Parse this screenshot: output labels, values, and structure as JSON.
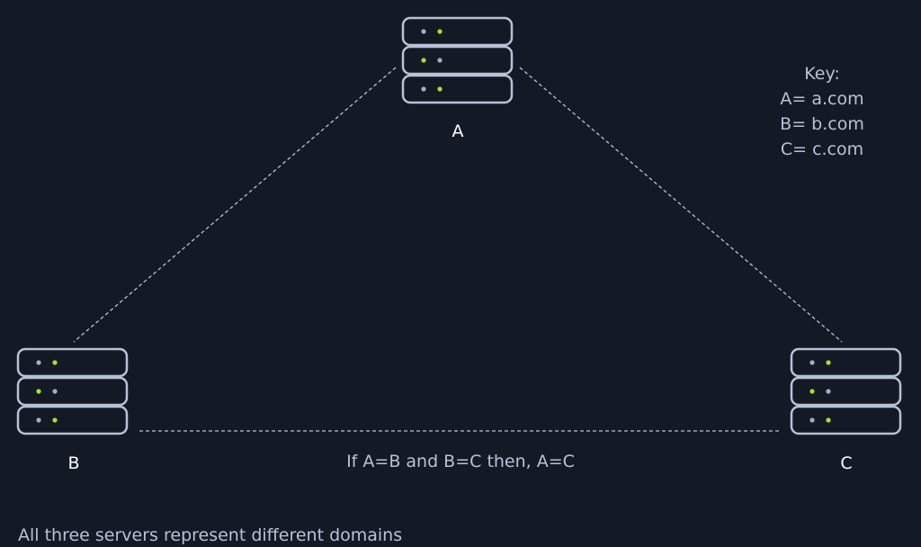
{
  "colors": {
    "background": "#131a26",
    "outline": "#b9c1d6",
    "led_on": "#a8e22a",
    "led_off": "#a9adc4"
  },
  "servers": [
    {
      "id": "A",
      "label": "A",
      "leds": [
        [
          "off",
          "on"
        ],
        [
          "on",
          "off"
        ],
        [
          "off",
          "on"
        ]
      ]
    },
    {
      "id": "B",
      "label": "B",
      "leds": [
        [
          "off",
          "on"
        ],
        [
          "on",
          "off"
        ],
        [
          "off",
          "on"
        ]
      ]
    },
    {
      "id": "C",
      "label": "C",
      "leds": [
        [
          "off",
          "on"
        ],
        [
          "on",
          "off"
        ],
        [
          "off",
          "on"
        ]
      ]
    }
  ],
  "key": {
    "title": "Key:",
    "entries": [
      "A= a.com",
      "B= b.com",
      "C= c.com"
    ]
  },
  "relation_text": "If A=B and B=C then, A=C",
  "footer_text": "All three servers represent different domains"
}
